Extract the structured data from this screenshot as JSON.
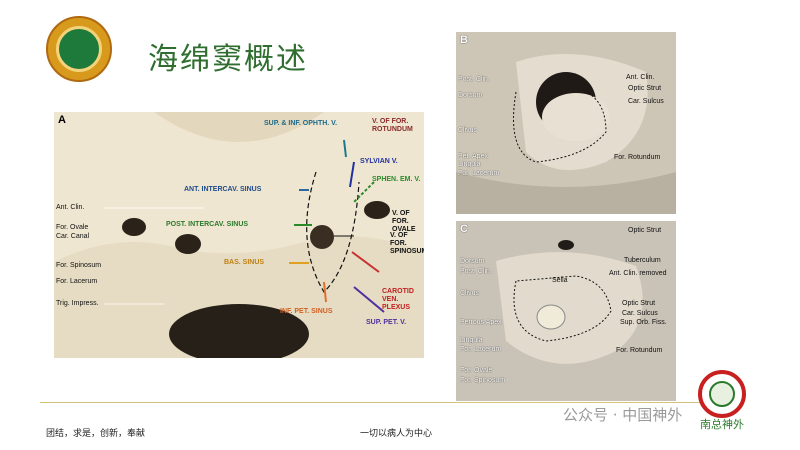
{
  "slide": {
    "title": "海绵窦概述",
    "footer_left": "团结，求是，创新，奉献",
    "footer_center": "一切以病人为中心",
    "wechat_watermark": "公众号 · 中国神外",
    "brand_right": "南总神外",
    "colors": {
      "title": "#2f6e2f",
      "footer_rule": "#d3c47a",
      "bone": "#f2ead6"
    }
  },
  "panelA": {
    "letter": "A",
    "labels": {
      "sup_inf_ophth": "SUP. & INF. OPHTH. V.",
      "v_for_rotundum": "V. OF FOR. ROTUNDUM",
      "sylvian": "SYLVIAN V.",
      "ant_intercav": "ANT. INTERCAV. SINUS",
      "sphen_em": "SPHEN. EM. V.",
      "ant_clin": "Ant. Clin.",
      "post_intercav": "POST. INTERCAV. SINUS",
      "v_for_ovale": "V. OF FOR. OVALE",
      "for_ovale": "For. Ovale",
      "car_canal": "Car. Canal",
      "v_for_spinosum": "V. OF FOR. SPINOSUM",
      "bas_sinus": "BAS. SINUS",
      "for_spinosum": "For. Spinosum",
      "for_lacerum": "For. Lacerum",
      "carotid_plexus": "CAROTID VEN. PLEXUS",
      "inf_pet_sinus": "INF. PET. SINUS",
      "trig_impress": "Trig. Impress.",
      "sup_pet": "SUP. PET. V."
    }
  },
  "panelB": {
    "letter": "B",
    "labels": {
      "post_clin": "Post. Clin.",
      "dorsum": "Dorsum",
      "ant_clin": "Ant. Clin.",
      "optic_strut": "Optic Strut",
      "car_sulcus": "Car. Sulcus",
      "clivus": "Clivus",
      "pet_apex": "Pet. Apex",
      "lingula": "Lingula",
      "for_lacerum": "For. Lacerum",
      "for_rotundum": "For. Rotundum"
    }
  },
  "panelC": {
    "letter": "C",
    "labels": {
      "optic_strut_top": "Optic Strut",
      "dorsum": "Dorsum",
      "tuberculum": "Tuberculum",
      "post_clin": "Post. Clin.",
      "sella": "Sella",
      "ant_clin_removed": "Ant. Clin. removed",
      "clivus": "Clivus",
      "optic_strut": "Optic Strut",
      "car_sulcus": "Car. Sulcus",
      "petrous_apex": "Petrous Apex",
      "sup_orb_fiss": "Sup. Orb. Fiss.",
      "lingula": "Lingula",
      "for_lacerum": "For. Lacerum",
      "for_rotundum": "For. Rotundum",
      "for_ovale": "For. Ovale",
      "for_spinosum": "For. Spinosum"
    }
  }
}
